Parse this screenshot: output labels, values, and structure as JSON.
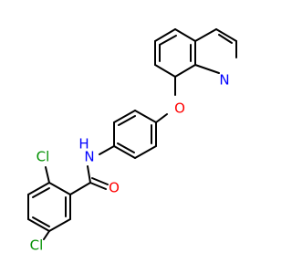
{
  "molecule": {
    "atoms": [
      {
        "id": "cl_top",
        "label": "Cl",
        "color": "#009000"
      },
      {
        "id": "n_amide",
        "label": "N",
        "color": "#0000ff"
      },
      {
        "id": "h_amide",
        "label": "H",
        "color": "#0000ff"
      },
      {
        "id": "o_ether",
        "label": "O",
        "color": "#ff0000"
      },
      {
        "id": "n_quinoline",
        "label": "N",
        "color": "#0000ff"
      },
      {
        "id": "o_carbonyl",
        "label": "O",
        "color": "#ff0000"
      },
      {
        "id": "cl_bottom",
        "label": "Cl",
        "color": "#009000"
      }
    ],
    "bond_color": "#000000"
  }
}
